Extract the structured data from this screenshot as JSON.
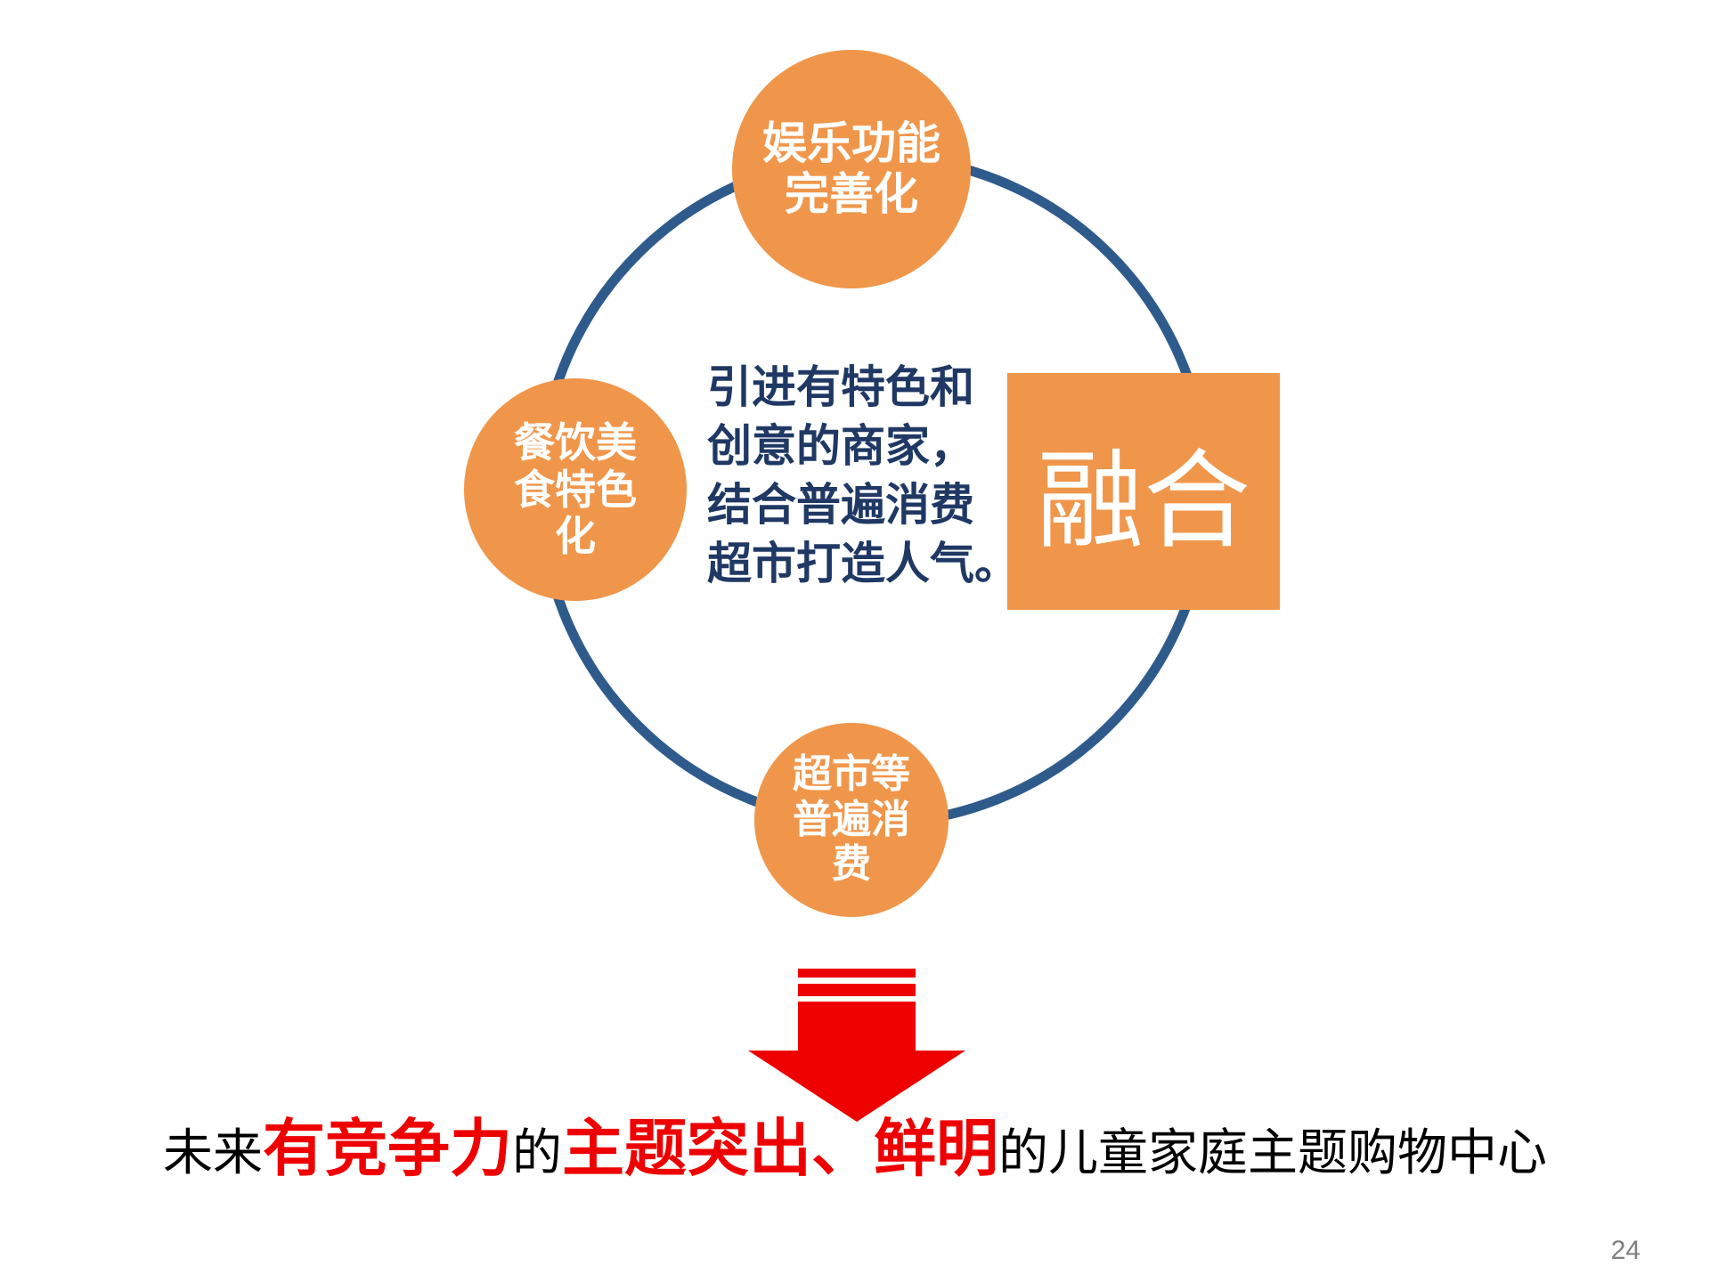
{
  "colors": {
    "orange": "#F0964B",
    "ring_blue": "#2F5B8C",
    "navy_text": "#1F3864",
    "red": "#EE0000",
    "page_gray": "#7F7F7F"
  },
  "diagram": {
    "node_top": "娱乐功能\n完善化",
    "node_left": "餐饮美\n食特色\n化",
    "node_bottom": "超市等\n普遍消\n费",
    "center_text": "引进有特色和\n创意的商家，\n结合普遍消费\n超市打造人气。",
    "fusion_label": "融合"
  },
  "conclusion": {
    "segments": [
      {
        "text": "未来",
        "emphasis": false
      },
      {
        "text": "有竞争力",
        "emphasis": true
      },
      {
        "text": "的",
        "emphasis": false
      },
      {
        "text": "主题突出、",
        "emphasis": true
      },
      {
        "text": "鲜明",
        "emphasis": true
      },
      {
        "text": "的儿童家庭主题购物中心",
        "emphasis": false
      }
    ]
  },
  "page_number": "24"
}
